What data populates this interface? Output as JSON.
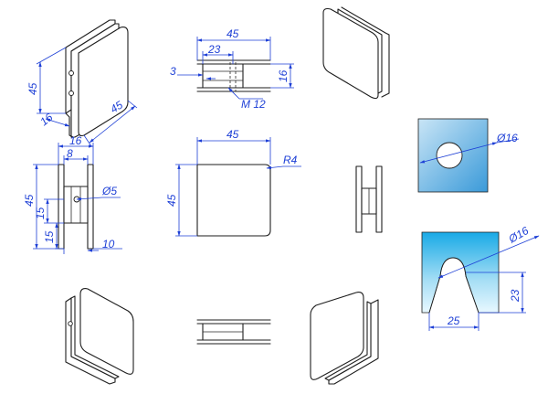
{
  "colors": {
    "line": "#1e1e1e",
    "dimension": "#1d3fd6",
    "plate_light": "#c9e5f6",
    "plate_dark": "#3a9ad9",
    "plate_cyan_light": "#e8f8ff",
    "plate_cyan_dark": "#18a9e6"
  },
  "iso_top_left": {
    "height": "45",
    "depth": "16",
    "width": "45"
  },
  "top_view": {
    "width": "45",
    "inner": "23",
    "offset": "3",
    "thread": "M 12",
    "depth": "16"
  },
  "side_view": {
    "width": "16",
    "slot": "8",
    "height": "45",
    "lower_a": "15",
    "lower_b": "15",
    "hole": "Ø5",
    "gap": "10"
  },
  "front_view": {
    "width": "45",
    "height": "45",
    "radius": "R4"
  },
  "plate_round_hole": {
    "diameter": "Ø16"
  },
  "plate_slot": {
    "diameter": "Ø16",
    "depth": "23",
    "width": "25"
  }
}
